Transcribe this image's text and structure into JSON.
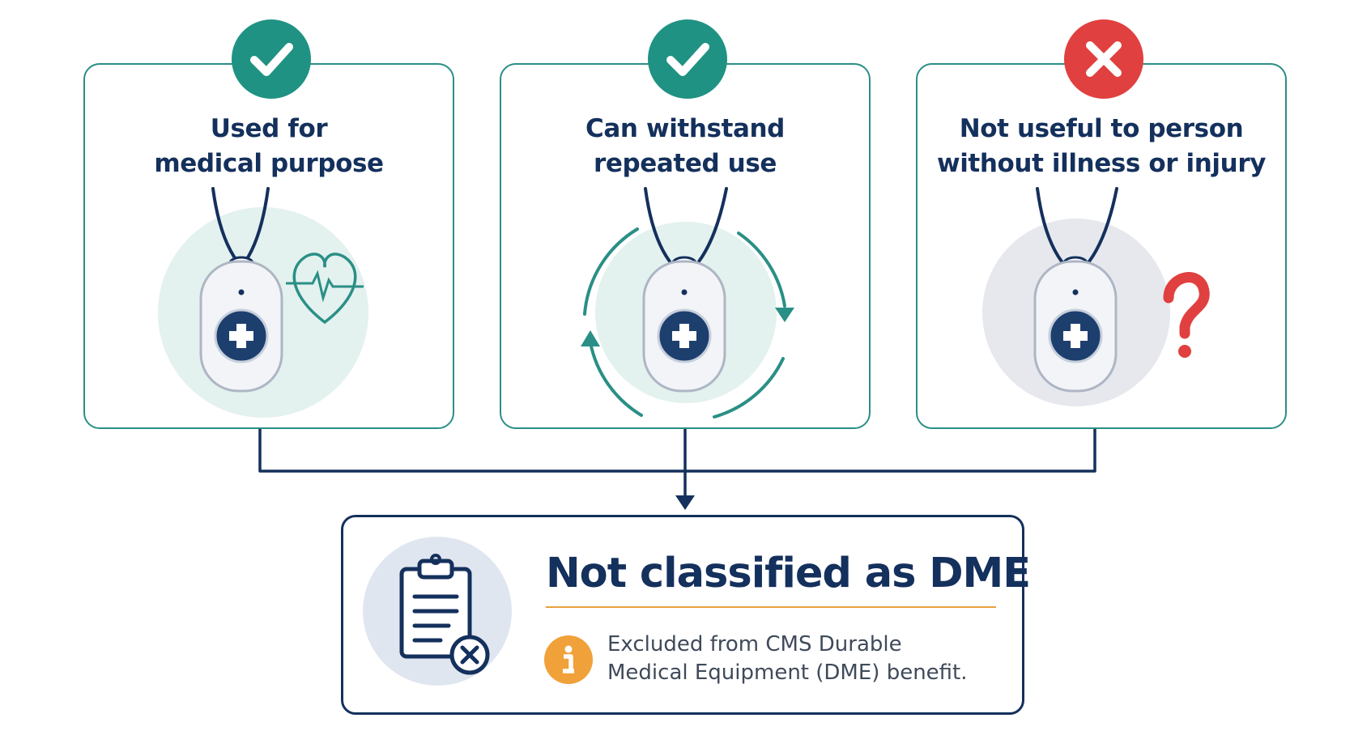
{
  "criteria": [
    {
      "status": "pass",
      "badge_icon": "check-icon",
      "title": "Used for medical purpose",
      "title_lines": [
        "Used for",
        "medical purpose"
      ],
      "illustration": "heart-pulse-icon",
      "aura_color": "#e3f1ef"
    },
    {
      "status": "pass",
      "badge_icon": "check-icon",
      "title": "Can withstand repeated use",
      "title_lines": [
        "Can withstand",
        "repeated use"
      ],
      "illustration": "cycle-arrows-icon",
      "aura_color": "#e3f1ef"
    },
    {
      "status": "fail",
      "badge_icon": "x-icon",
      "title": "Not useful to person without illness or injury",
      "title_lines": [
        "Not useful to person",
        "without illness or injury"
      ],
      "illustration": "question-mark-icon",
      "aura_color": "#e6e8ee"
    }
  ],
  "result": {
    "title": "Not classified as DME",
    "icon": "clipboard-x-icon",
    "info_icon": "info-icon",
    "note_lines": [
      "Excluded from CMS Durable",
      "Medical Equipment (DME) benefit."
    ]
  },
  "colors": {
    "teal": "#1f9283",
    "card_border": "#2a8f86",
    "navy": "#14305c",
    "red": "#e0403f",
    "orange": "#f0a13a"
  }
}
